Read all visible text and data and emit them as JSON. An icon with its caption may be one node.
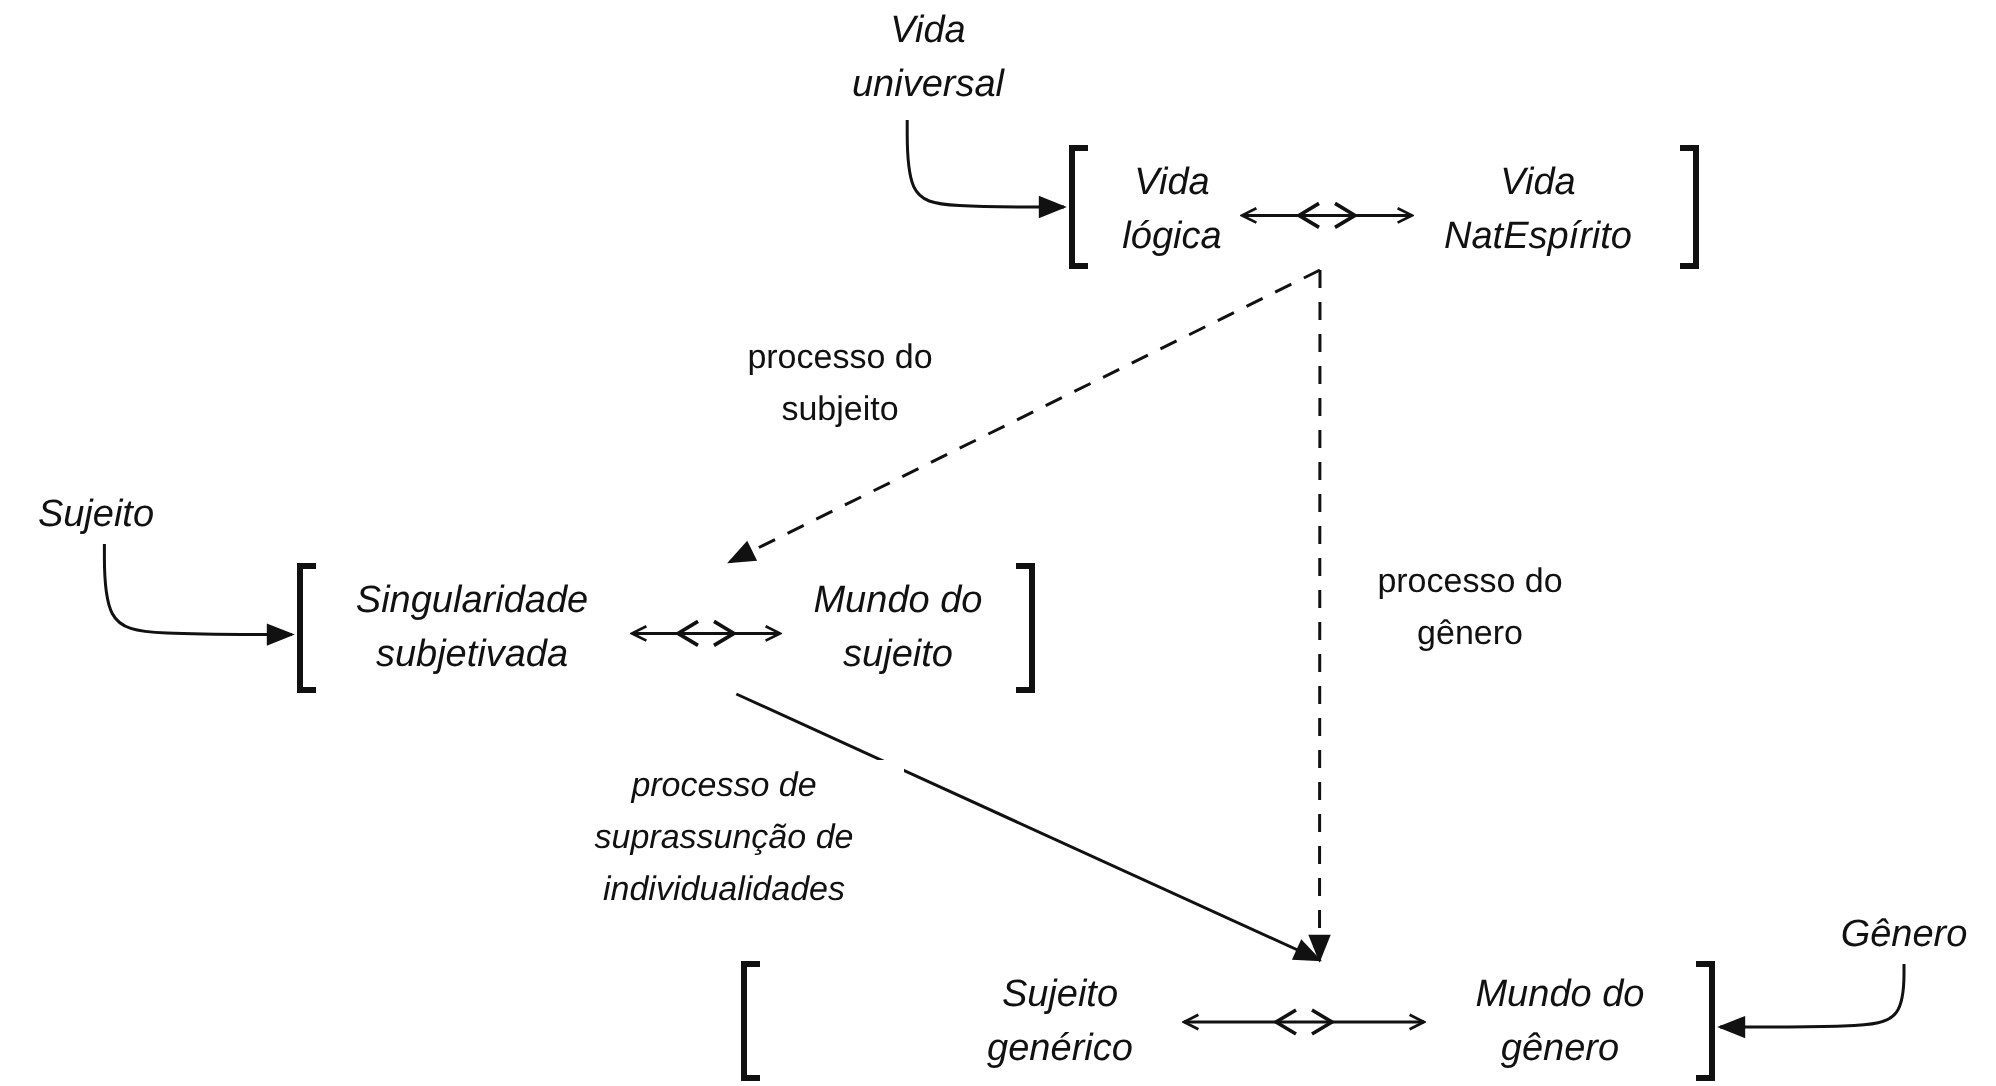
{
  "diagram": {
    "nodes": [
      {
        "text": [
          "Vida universal"
        ]
      },
      {
        "text": [],
        "shape": "bracket"
      },
      {
        "text": [
          "Vida lógica"
        ],
        "in": 1
      },
      {
        "text": [
          "Vida NatEspírito"
        ],
        "in": 1
      },
      {
        "text": [
          "Sujeito"
        ]
      },
      {
        "text": [],
        "shape": "bracket"
      },
      {
        "text": [
          "Singularidade subjetivada"
        ],
        "in": 5
      },
      {
        "text": [
          "Mundo do sujeito"
        ],
        "in": 5
      },
      {
        "text": [
          "Gênero"
        ]
      },
      {
        "text": [],
        "shape": "bracket"
      },
      {
        "text": [
          "Sujeito genérico"
        ],
        "in": 9
      },
      {
        "text": [
          "Mundo do gênero"
        ],
        "in": 9
      }
    ],
    "edges": [
      {
        "from": 0,
        "to": 1,
        "arrow": "to"
      },
      {
        "from": 4,
        "to": 5,
        "arrow": "to"
      },
      {
        "from": 8,
        "to": 9,
        "arrow": "to"
      },
      {
        "from": 2,
        "to": 3,
        "arrow": "both"
      },
      {
        "from": 6,
        "to": 7,
        "arrow": "both"
      },
      {
        "from": 10,
        "to": 11,
        "arrow": "both"
      },
      {
        "from": 1,
        "to": 5,
        "arrow": "to",
        "style": "dashed",
        "label": "processo do subjeito"
      },
      {
        "from": 1,
        "to": 9,
        "arrow": "to",
        "style": "dashed",
        "label": "processo do gênero"
      },
      {
        "from": 5,
        "to": 9,
        "arrow": "to",
        "label": "processo de suprassunção de individualidades"
      }
    ]
  }
}
